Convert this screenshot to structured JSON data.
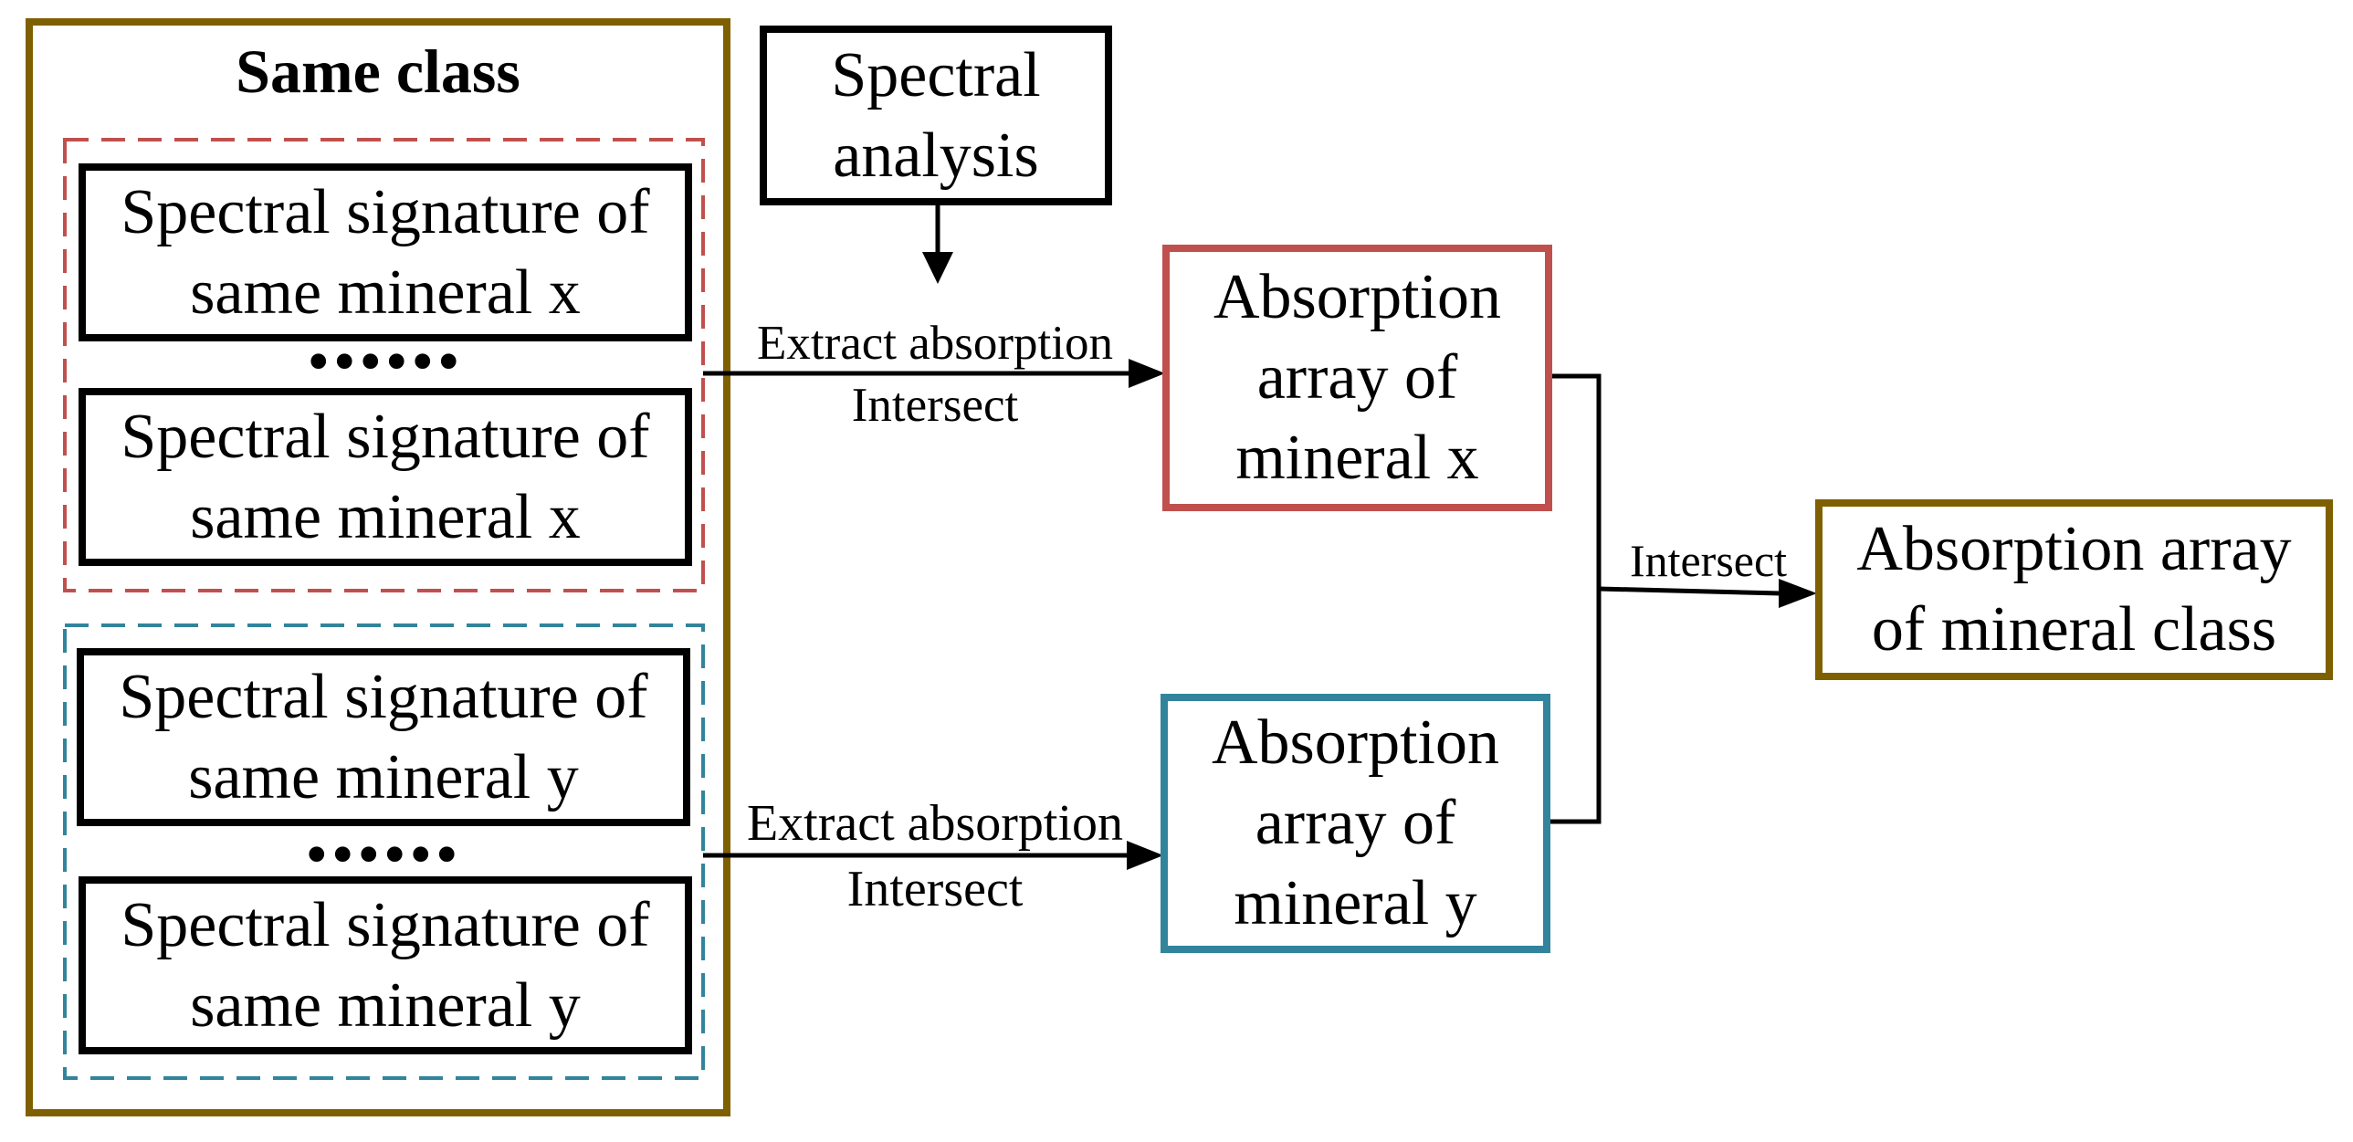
{
  "group": {
    "title": "Same class",
    "colors": {
      "outer": "#7f6000",
      "x_group": "#c0504d",
      "y_group": "#31849b"
    },
    "x_signatures": [
      {
        "line1": "Spectral signature of",
        "line2": "same mineral x"
      },
      {
        "line1": "Spectral signature of",
        "line2": "same mineral x"
      }
    ],
    "y_signatures": [
      {
        "line1": "Spectral signature of",
        "line2": "same mineral y"
      },
      {
        "line1": "Spectral signature of",
        "line2": "same mineral y"
      }
    ],
    "ellipsis": "••••••"
  },
  "spectral_analysis": {
    "line1": "Spectral",
    "line2": "analysis"
  },
  "edges": {
    "x": {
      "line1": "Extract absorption",
      "line2": "Intersect"
    },
    "y": {
      "line1": "Extract absorption",
      "line2": "Intersect"
    },
    "merge": {
      "label": "Intersect"
    }
  },
  "absorption_x": {
    "line1": "Absorption",
    "line2": "array of",
    "line3": "mineral x"
  },
  "absorption_y": {
    "line1": "Absorption",
    "line2": "array of",
    "line3": "mineral y"
  },
  "absorption_class": {
    "line1": "Absorption array",
    "line2": "of mineral class"
  }
}
